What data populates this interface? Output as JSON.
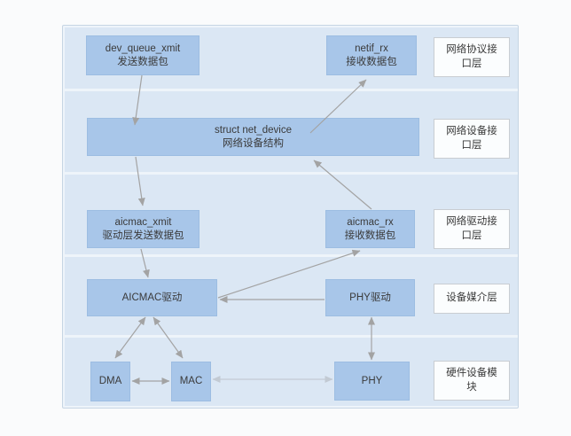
{
  "colors": {
    "canvas_bg": "#fafbfc",
    "container_bg": "#eef4fa",
    "container_border": "#c6d5e4",
    "lane_bg": "#dbe7f4",
    "node_bg": "#a8c6e9",
    "node_border": "#9cbde2",
    "label_bg": "#fbfdfe",
    "label_border": "#c9cdd2",
    "arrow": "#a3a3a3",
    "arrow_light": "#c2cad3",
    "text": "#3a3a3a"
  },
  "lanes": [
    {
      "label_line1": "网络协议接",
      "label_line2": "口层"
    },
    {
      "label_line1": "网络设备接",
      "label_line2": "口层"
    },
    {
      "label_line1": "网络驱动接",
      "label_line2": "口层"
    },
    {
      "label_line1": "设备媒介层",
      "label_line2": ""
    },
    {
      "label_line1": "硬件设备模",
      "label_line2": "块"
    }
  ],
  "nodes": {
    "dev_queue_xmit": {
      "line1": "dev_queue_xmit",
      "line2": "发送数据包"
    },
    "netif_rx": {
      "line1": "netif_rx",
      "line2": "接收数据包"
    },
    "net_device": {
      "line1": "struct net_device",
      "line2": "网络设备结构"
    },
    "aicmac_xmit": {
      "line1": "aicmac_xmit",
      "line2": "驱动层发送数据包"
    },
    "aicmac_rx": {
      "line1": "aicmac_rx",
      "line2": "接收数据包"
    },
    "aicmac_driver": {
      "line1": "AICMAC驱动"
    },
    "phy_driver": {
      "line1": "PHY驱动"
    },
    "dma": {
      "line1": "DMA"
    },
    "mac": {
      "line1": "MAC"
    },
    "phy": {
      "line1": "PHY"
    }
  }
}
